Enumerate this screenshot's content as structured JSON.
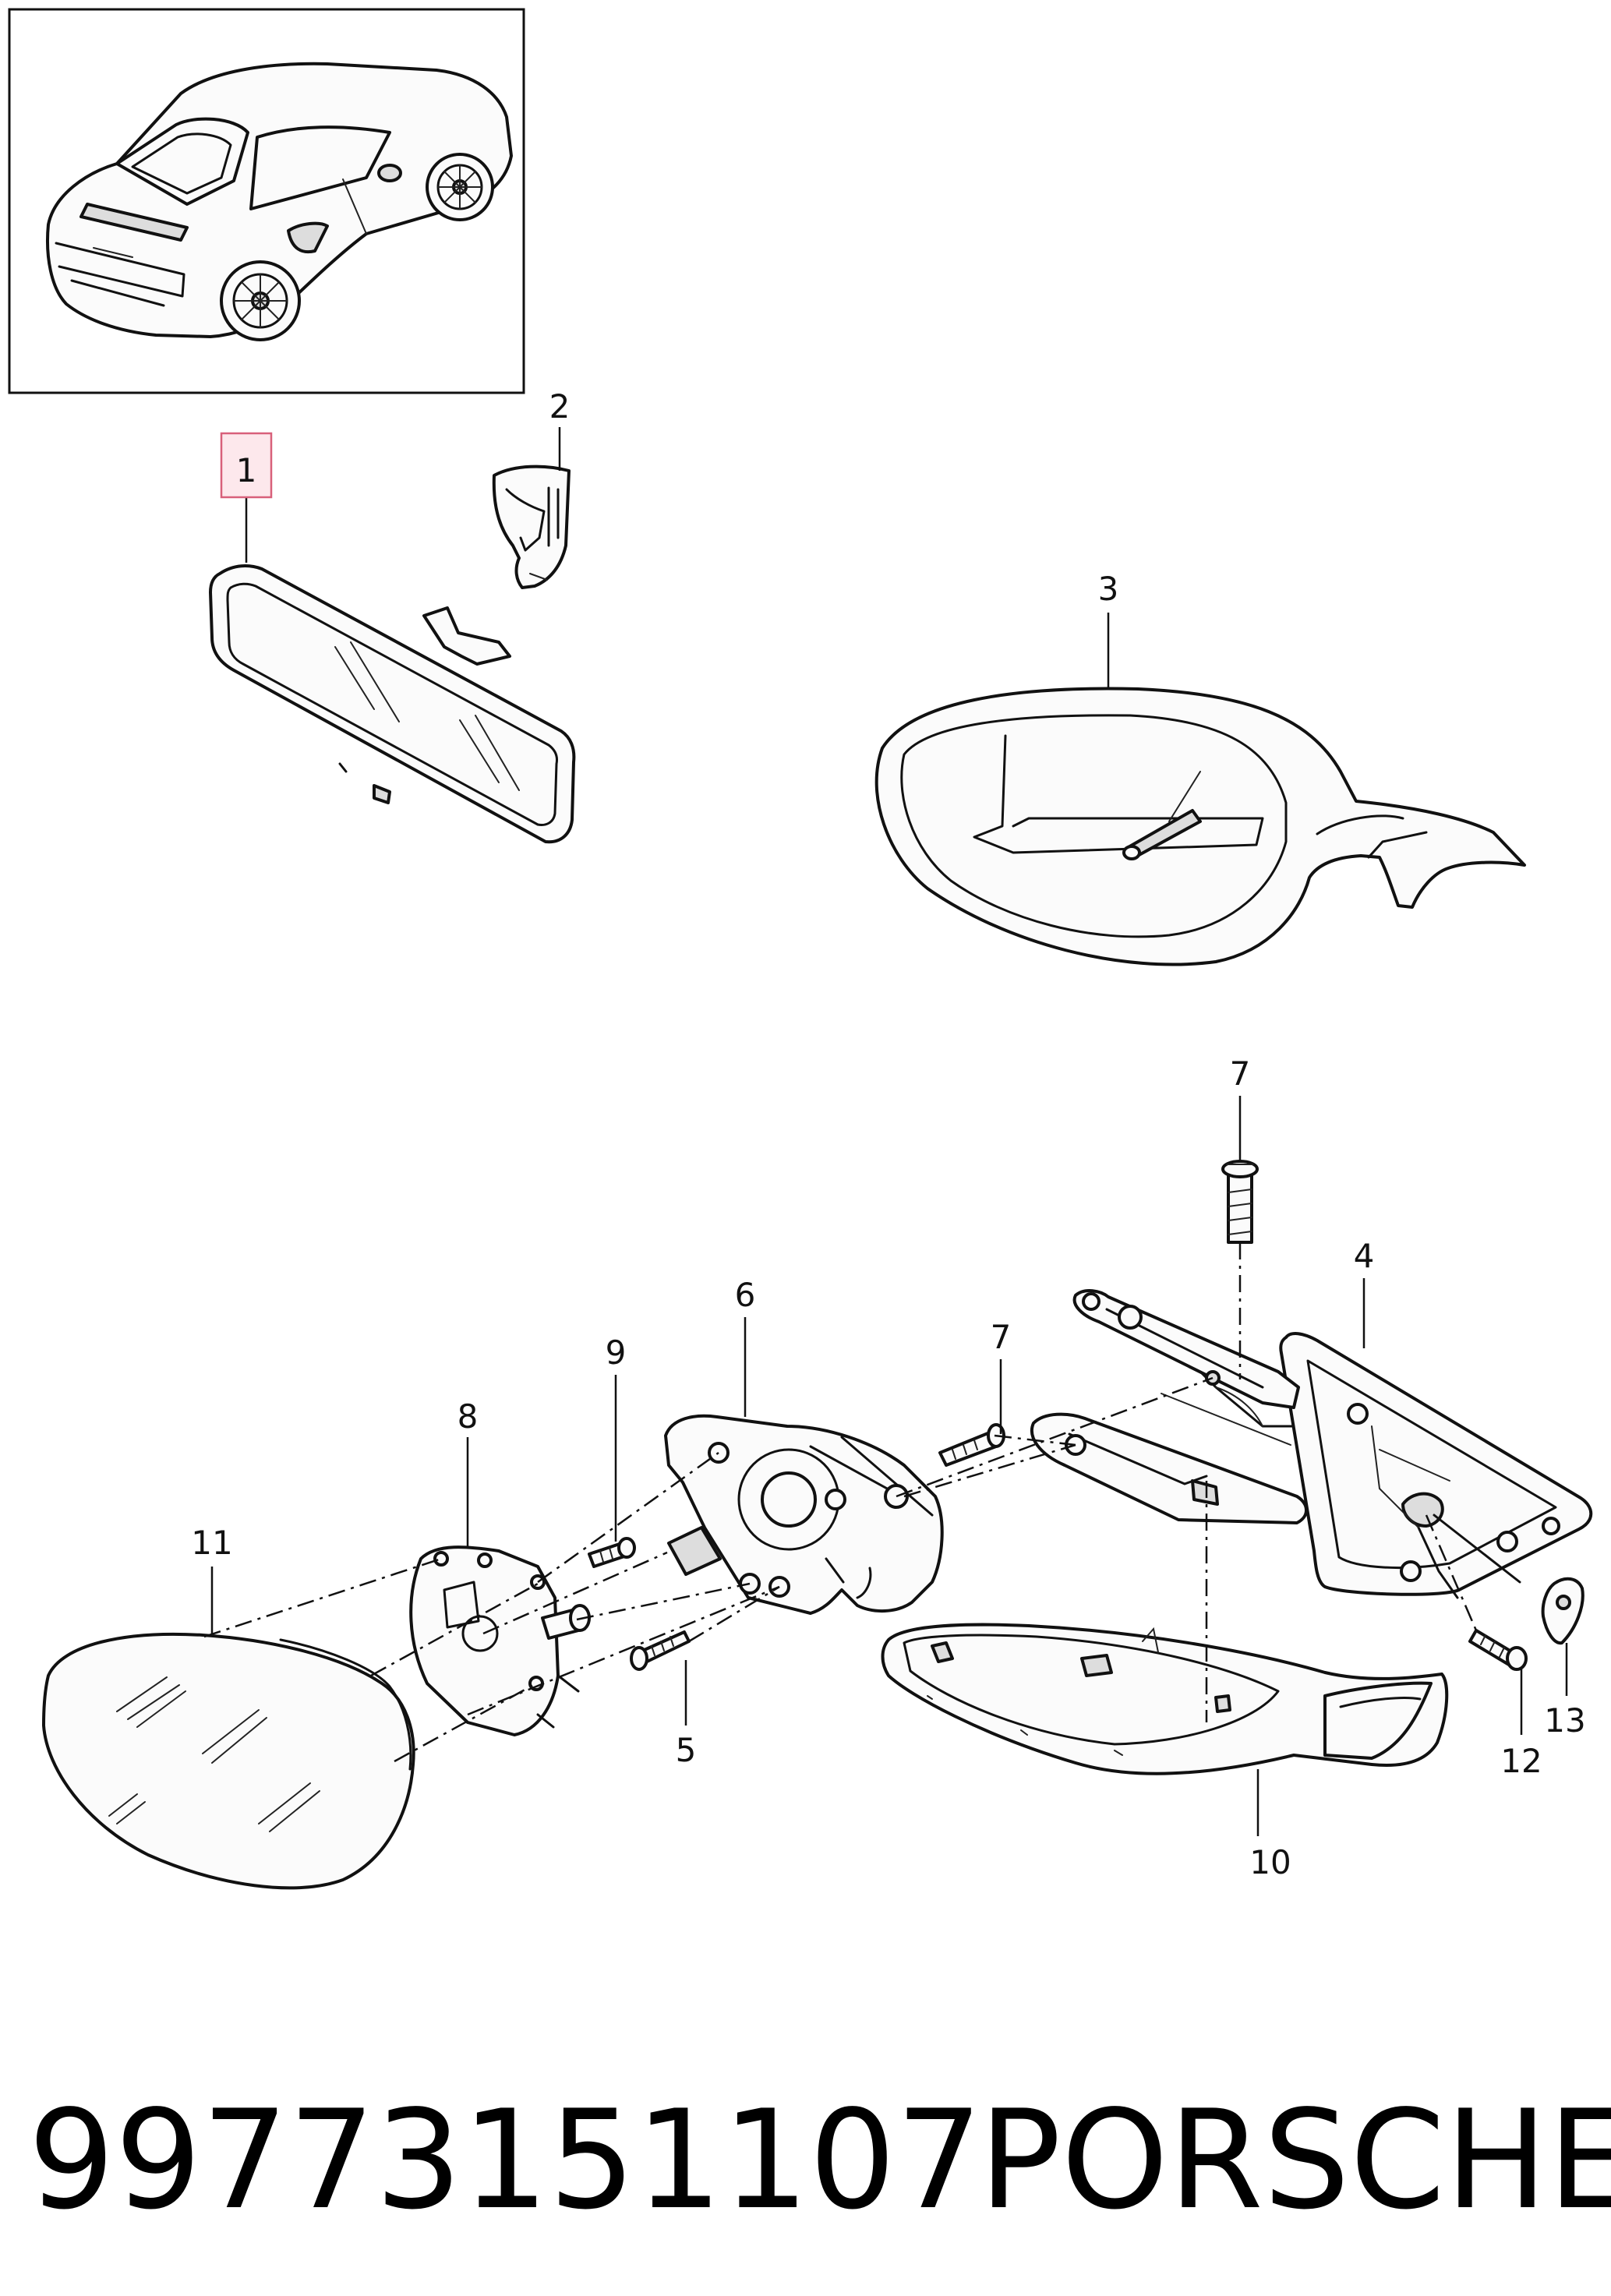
{
  "callouts": [
    {
      "id": "1",
      "label": "1",
      "highlighted": true
    },
    {
      "id": "2",
      "label": "2"
    },
    {
      "id": "3",
      "label": "3"
    },
    {
      "id": "4",
      "label": "4"
    },
    {
      "id": "5",
      "label": "5"
    },
    {
      "id": "6",
      "label": "6"
    },
    {
      "id": "7a",
      "label": "7"
    },
    {
      "id": "7b",
      "label": "7"
    },
    {
      "id": "8",
      "label": "8"
    },
    {
      "id": "9",
      "label": "9"
    },
    {
      "id": "10",
      "label": "10"
    },
    {
      "id": "11",
      "label": "11"
    },
    {
      "id": "12",
      "label": "12"
    },
    {
      "id": "13",
      "label": "13"
    }
  ],
  "highlight_color": "#fde8ec",
  "footer": {
    "part_number": "99773151107",
    "brand": "PORSCHE"
  }
}
